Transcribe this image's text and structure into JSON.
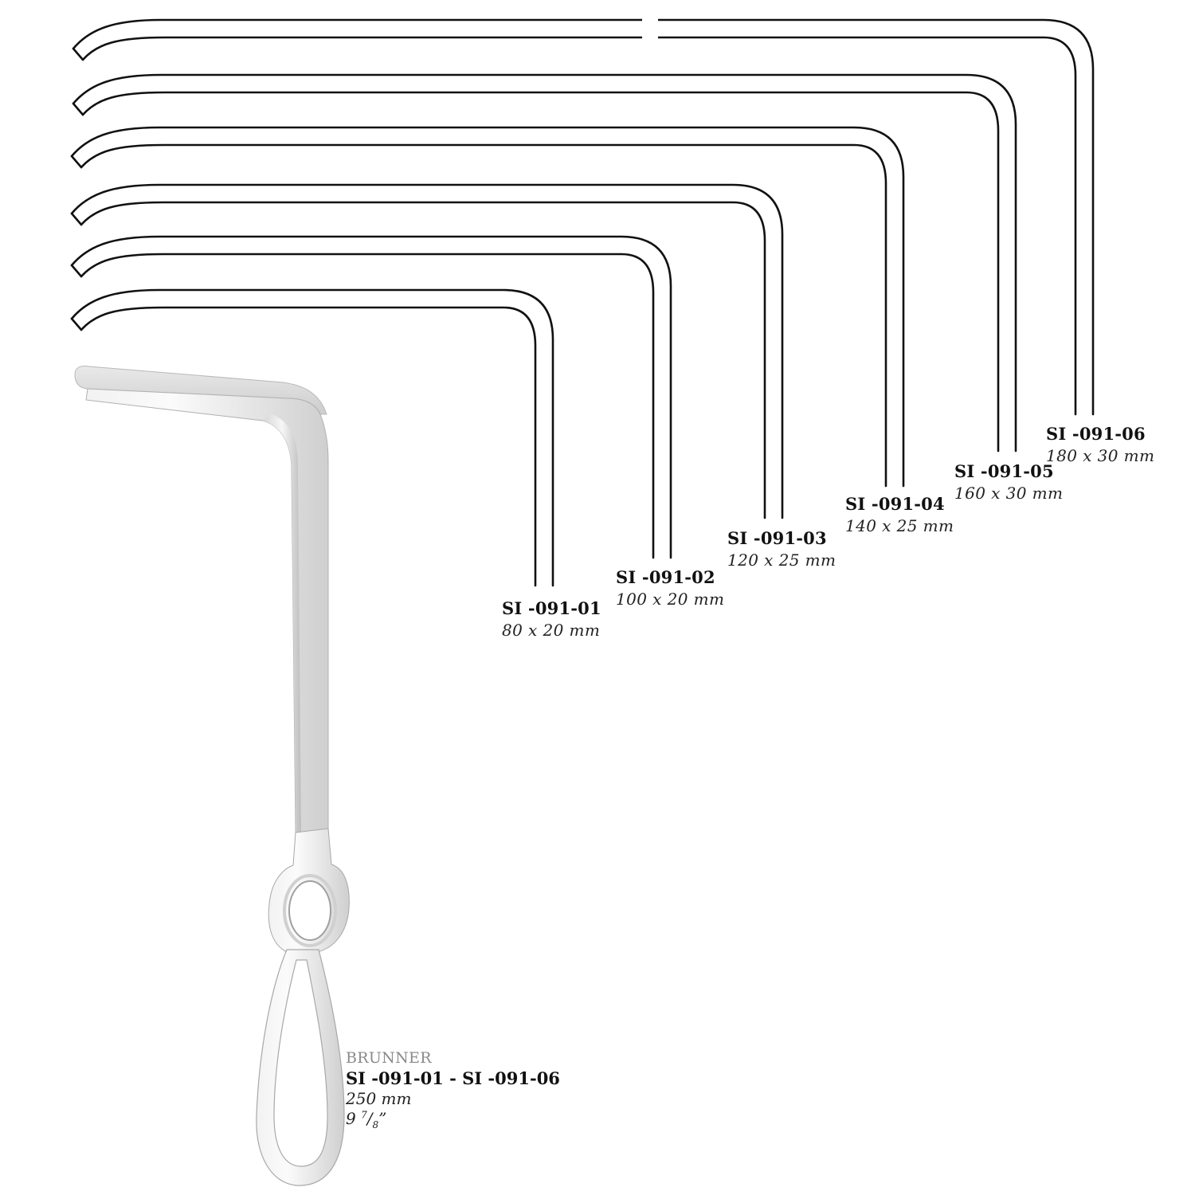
{
  "products": [
    {
      "code": "SI -091-01",
      "size": "80 x 20 mm"
    },
    {
      "code": "SI -091-02",
      "size": "100 x 20 mm"
    },
    {
      "code": "SI -091-03",
      "size": "120 x 25 mm"
    },
    {
      "code": "SI -091-04",
      "size": "140 x 25 mm"
    },
    {
      "code": "SI -091-05",
      "size": "160 x 30 mm"
    },
    {
      "code": "SI -091-06",
      "size": "180 x 30 mm"
    }
  ],
  "caption": {
    "name": "BRUNNER",
    "range": "SI -091-01 - SI -091-06",
    "length": "250 mm",
    "inches_whole": "9",
    "inches_num": "7",
    "inches_den": "8",
    "inches_mark": "”"
  }
}
